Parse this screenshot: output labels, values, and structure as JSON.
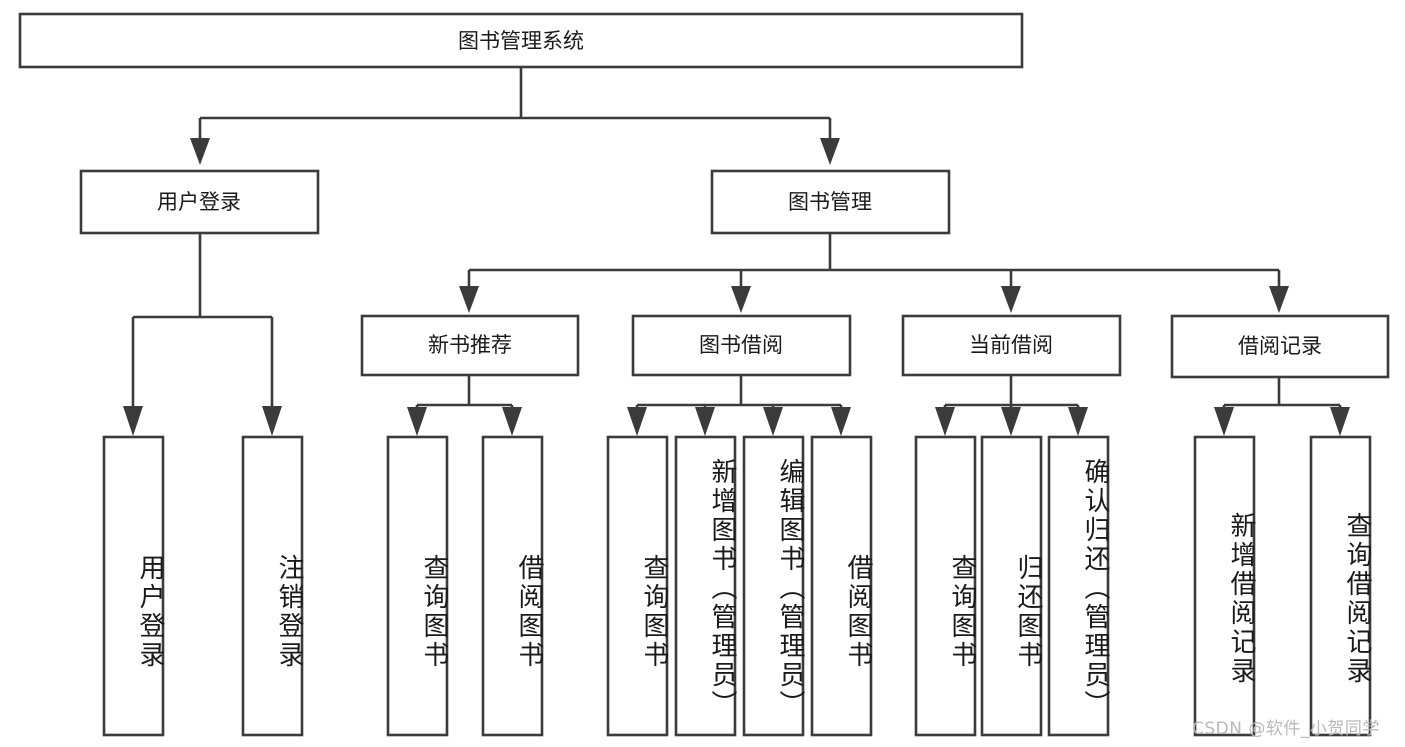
{
  "diagram": {
    "type": "tree-hierarchy-chart",
    "title": "图书管理系统",
    "background_color": "#ffffff",
    "stroke_color": "#3b3b3b",
    "text_color": "#1a1a1a",
    "root": {
      "label": "图书管理系统",
      "level": 1
    },
    "level2": [
      {
        "label": "用户登录"
      },
      {
        "label": "图书管理"
      }
    ],
    "level3": [
      {
        "label": "新书推荐"
      },
      {
        "label": "图书借阅"
      },
      {
        "label": "当前借阅"
      },
      {
        "label": "借阅记录"
      }
    ],
    "leaves": {
      "user_login": [
        {
          "label": "用户登录"
        },
        {
          "label": "注销登录"
        }
      ],
      "new_book_recommend": [
        {
          "label": "查询图书"
        },
        {
          "label": "借阅图书"
        }
      ],
      "book_borrow": [
        {
          "label": "查询图书"
        },
        {
          "label": "新增图书（管理员）"
        },
        {
          "label": "编辑图书（管理员）"
        },
        {
          "label": "借阅图书"
        }
      ],
      "current_borrow": [
        {
          "label": "查询图书"
        },
        {
          "label": "归还图书"
        },
        {
          "label": "确认归还（管理员）"
        }
      ],
      "borrow_record": [
        {
          "label": "新增借阅记录"
        },
        {
          "label": "查询借阅记录"
        }
      ]
    }
  },
  "watermark": {
    "text": "CSDN @软件_小贺同学",
    "color": "#b9b9b9"
  }
}
